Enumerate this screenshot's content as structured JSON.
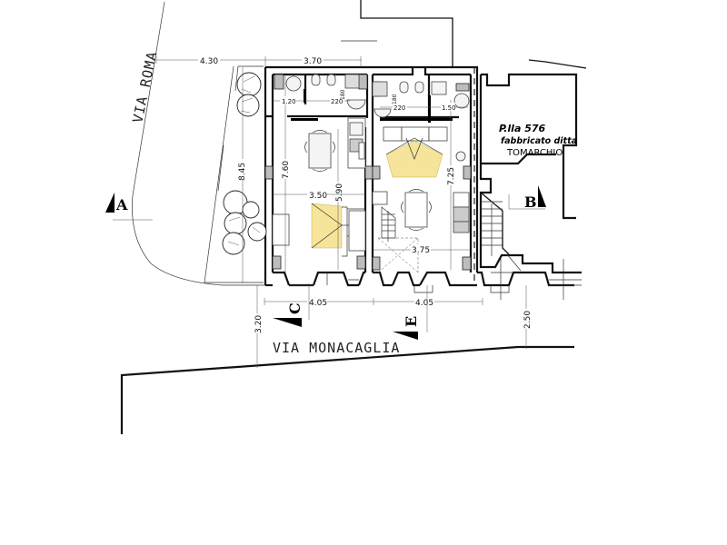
{
  "plan": {
    "streets": {
      "north_west": "VIA ROMA",
      "south": "VIA MONACAGLIA"
    },
    "neighbor": {
      "parcel": "P.lla 576",
      "line2": "fabbricato ditta",
      "owner": "TOMARCHIO"
    },
    "section_markers": [
      {
        "id": "A",
        "label": "A"
      },
      {
        "id": "B",
        "label": "B"
      },
      {
        "id": "C",
        "label": "C"
      },
      {
        "id": "E",
        "label": "E"
      }
    ],
    "dimensions": {
      "top_left_setback": "4.30",
      "top_unit_width": "3.70",
      "garden_depth": "8.45",
      "unit1_depth": "7.60",
      "unit1_living_depth": "5.90",
      "unit1_living_width": "3.50",
      "unit2_depth": "7.25",
      "unit2_living_width": "3.75",
      "bath1_width": "1.20",
      "bath1_length": "220",
      "bath1_height": "180",
      "bath2_length": "220",
      "bath2_height": "180",
      "bath2_side": "1.50",
      "bottom_unit1": "4.05",
      "bottom_unit2": "4.05",
      "street_left": "3.20",
      "street_right": "2.50"
    },
    "colors": {
      "line": "#111111",
      "stair_fill": "#f5e49a",
      "hatch": "#bdbdbd"
    }
  }
}
